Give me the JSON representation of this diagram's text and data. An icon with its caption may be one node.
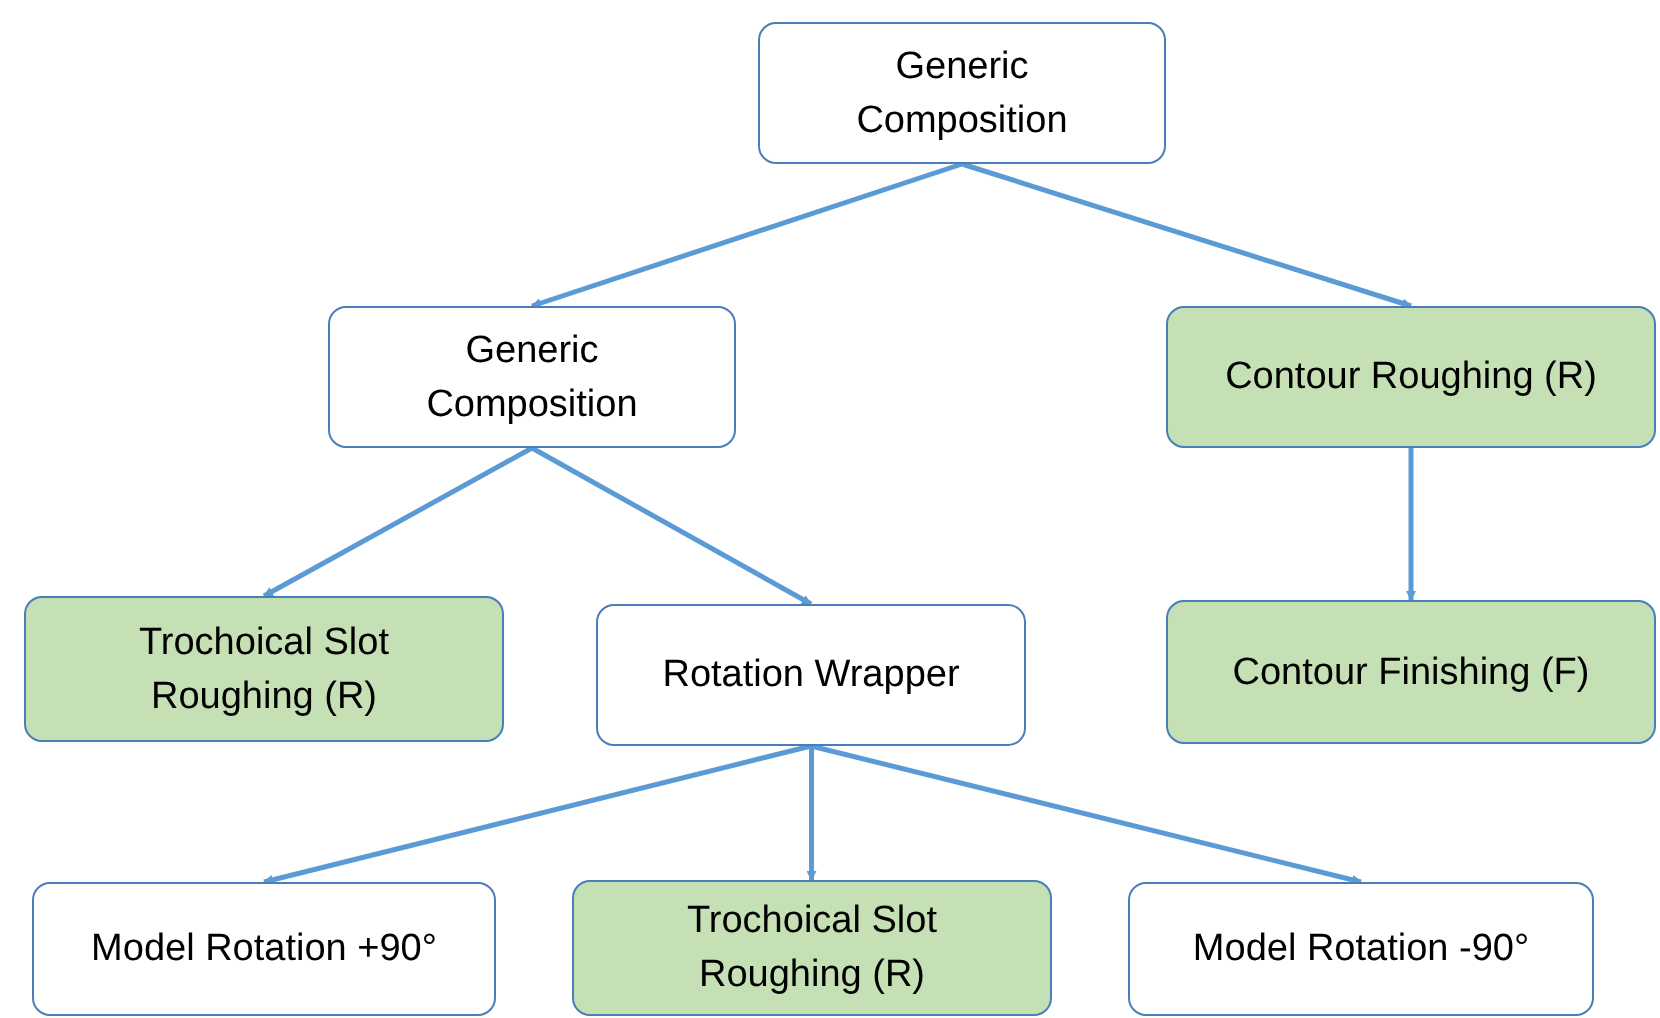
{
  "diagram": {
    "nodes": [
      {
        "text": [
          "Generic Composition"
        ]
      },
      {
        "text": [
          "Generic Composition"
        ]
      },
      {
        "text": [
          "Contour Roughing (R)"
        ]
      },
      {
        "text": [
          "Trochoical Slot Roughing (R)"
        ]
      },
      {
        "text": [
          "Rotation Wrapper"
        ]
      },
      {
        "text": [
          "Contour Finishing (F)"
        ]
      },
      {
        "text": [
          "Model Rotation +90°"
        ]
      },
      {
        "text": [
          "Trochoical Slot Roughing (R)"
        ]
      },
      {
        "text": [
          "Model Rotation -90°"
        ]
      }
    ],
    "edges": [
      {
        "from": 0,
        "to": 1,
        "arrow": "to"
      },
      {
        "from": 0,
        "to": 2,
        "arrow": "to"
      },
      {
        "from": 1,
        "to": 3,
        "arrow": "to"
      },
      {
        "from": 1,
        "to": 4,
        "arrow": "to"
      },
      {
        "from": 2,
        "to": 5,
        "arrow": "to"
      },
      {
        "from": 4,
        "to": 6,
        "arrow": "to"
      },
      {
        "from": 4,
        "to": 7,
        "arrow": "to"
      },
      {
        "from": 4,
        "to": 8,
        "arrow": "to"
      }
    ]
  }
}
